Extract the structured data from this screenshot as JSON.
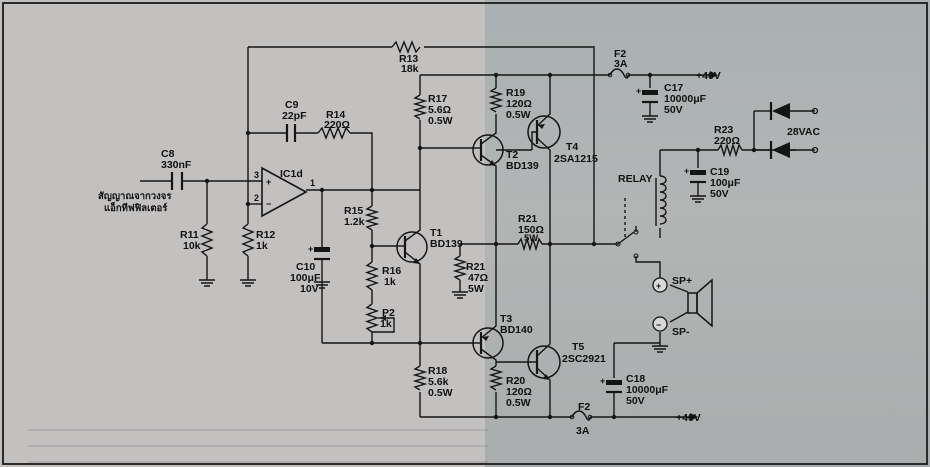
{
  "diagram": {
    "components": {
      "c8": {
        "ref": "C8",
        "value": "330nF"
      },
      "input": {
        "line1": "สัญญาณจากวงจร",
        "line2": "แอ็กทีฟฟิลเตอร์"
      },
      "r11": {
        "ref": "R11",
        "value": "10k"
      },
      "r12": {
        "ref": "R12",
        "value": "1k"
      },
      "c9": {
        "ref": "C9",
        "value": "22pF"
      },
      "r14": {
        "ref": "R14",
        "value": "220Ω"
      },
      "r13": {
        "ref": "R13",
        "value": "18k"
      },
      "ic1d": {
        "ref": "IC1d",
        "pin_plus": "3",
        "pin_minus": "2",
        "pin_out": "1",
        "plus_sign": "+",
        "minus_sign": "−"
      },
      "r15": {
        "ref": "R15",
        "value": "1.2k"
      },
      "c10": {
        "ref": "C10",
        "value": "100μF",
        "voltage": "10V"
      },
      "r16": {
        "ref": "R16",
        "value": "1k"
      },
      "p2": {
        "ref": "P2",
        "value": "1k"
      },
      "t1": {
        "ref": "T1",
        "part": "BD139"
      },
      "r17": {
        "ref": "R17",
        "value": "5.6Ω",
        "power": "0.5W"
      },
      "r19": {
        "ref": "R19",
        "value": "120Ω",
        "power": "0.5W"
      },
      "t2": {
        "ref": "T2",
        "part": "BD139"
      },
      "t4": {
        "ref": "T4",
        "part": "2SA1215"
      },
      "r21": {
        "ref": "R21",
        "value": "47Ω",
        "power": "5W"
      },
      "r21b": {
        "ref": "R21",
        "value": "150Ω",
        "power": "5W"
      },
      "t3": {
        "ref": "T3",
        "part": "BD140"
      },
      "t5": {
        "ref": "T5",
        "part": "2SC2921"
      },
      "r18": {
        "ref": "R18",
        "value": "5.6k",
        "power": "0.5W"
      },
      "r20": {
        "ref": "R20",
        "value": "120Ω",
        "power": "0.5W"
      },
      "f2_top": {
        "ref": "F2",
        "value": "3A"
      },
      "f2_bottom": {
        "ref": "F2",
        "value": "3A"
      },
      "c17": {
        "ref": "C17",
        "value": "10000μF",
        "voltage": "50V"
      },
      "c18": {
        "ref": "C18",
        "value": "10000μF",
        "voltage": "50V"
      },
      "relay": {
        "ref": "RELAY"
      },
      "r23": {
        "ref": "R23",
        "value": "220Ω"
      },
      "c19": {
        "ref": "C19",
        "value": "100μF",
        "voltage": "50V"
      },
      "supply_ac": {
        "label": "28VAC"
      },
      "speaker": {
        "plus": "SP+",
        "minus": "SP-",
        "plus_sign": "+",
        "minus_sign": "−"
      }
    },
    "rails": {
      "top": "+40V",
      "bottom": "+40V"
    }
  }
}
